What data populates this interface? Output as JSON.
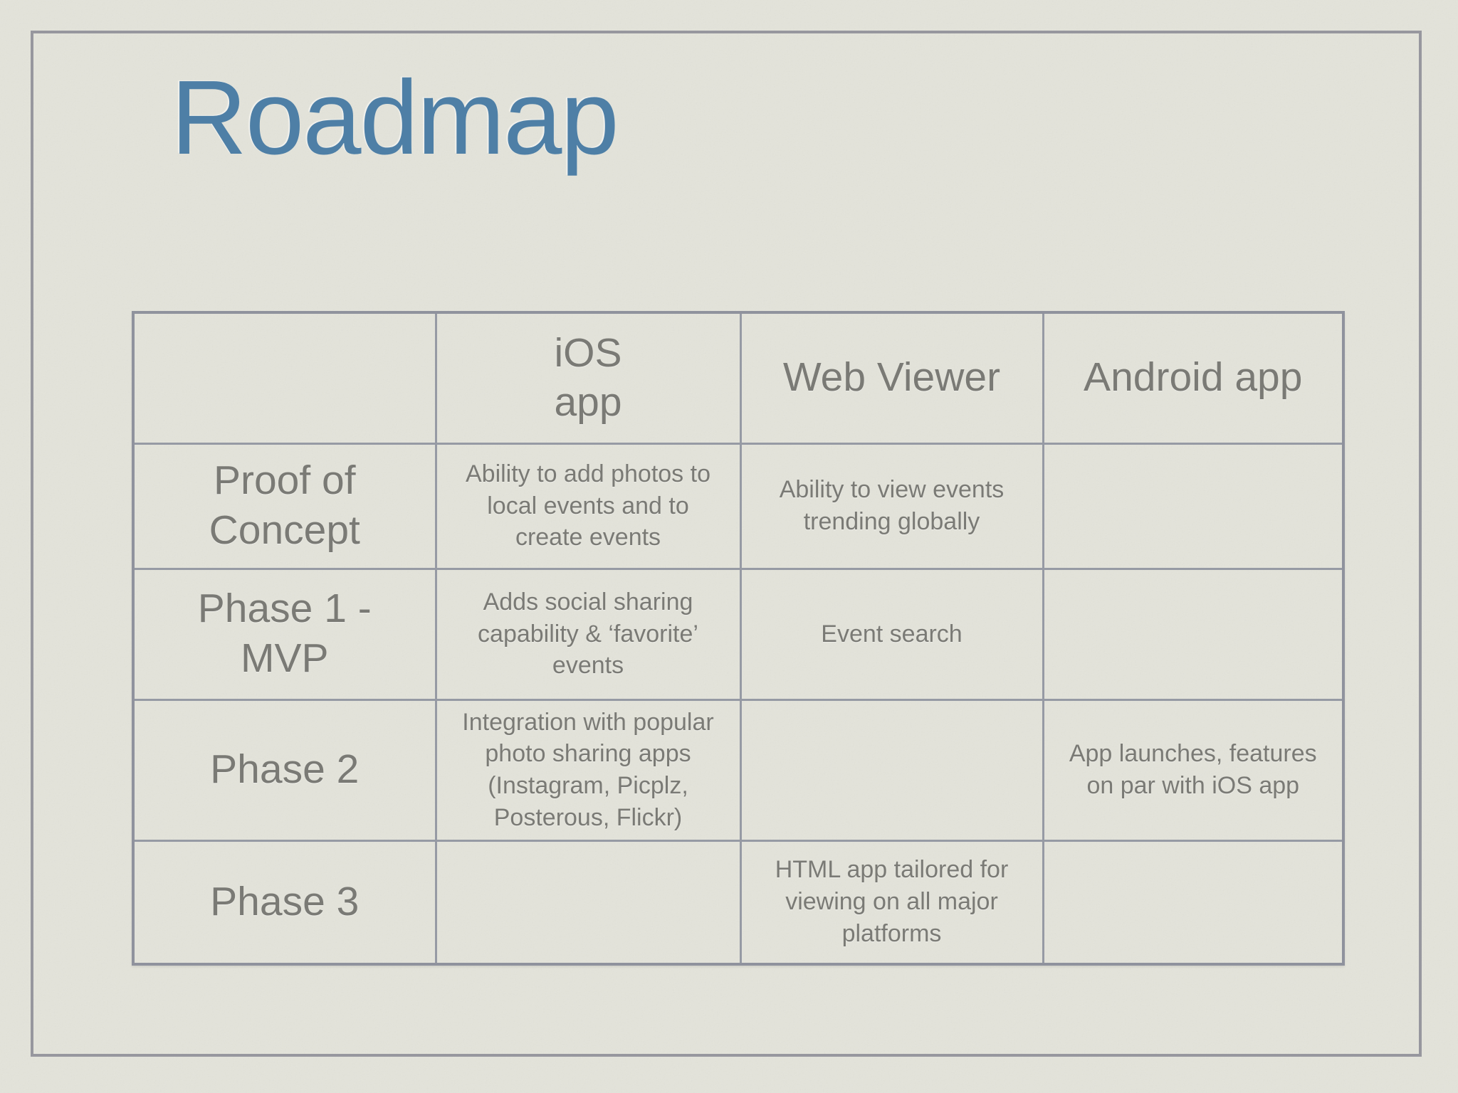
{
  "slide": {
    "title": "Roadmap"
  },
  "table": {
    "header": [
      "",
      "iOS\napp",
      "Web Viewer",
      "Android app"
    ],
    "rows": [
      {
        "label": "Proof of\nConcept",
        "cells": [
          "Ability to add photos to\nlocal events and to\ncreate events",
          "Ability to view events\ntrending globally",
          ""
        ]
      },
      {
        "label": "Phase 1 -\nMVP",
        "cells": [
          "Adds social sharing\ncapability & ‘favorite’\nevents",
          "Event search",
          ""
        ]
      },
      {
        "label": "Phase 2",
        "cells": [
          "Integration with popular\nphoto sharing apps\n(Instagram, Picplz,\nPosterous, Flickr)",
          "",
          "App launches, features\non par with iOS app"
        ]
      },
      {
        "label": "Phase 3",
        "cells": [
          "",
          "HTML app tailored for\nviewing on all major\nplatforms",
          ""
        ]
      }
    ]
  },
  "colors": {
    "background": "#e3e3da",
    "frame_border": "#97979e",
    "table_border": "#969aa4",
    "title_text": "#4e7fa6",
    "table_text": "#7a7a75"
  }
}
